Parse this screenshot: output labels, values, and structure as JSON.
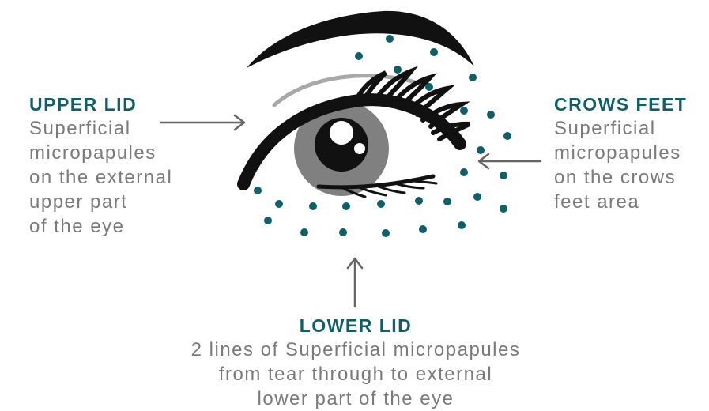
{
  "colors": {
    "accent": "#0f5f69",
    "text": "#7a7a7a",
    "eye_dark": "#111111",
    "iris": "#808080",
    "highlight": "#a8a8a8",
    "arrow": "#666666"
  },
  "labels": {
    "upper_lid": {
      "title": "UPPER LID",
      "lines": [
        "Superficial",
        "micropapules",
        "on the external",
        "upper part",
        "of the eye"
      ]
    },
    "crows_feet": {
      "title": "CROWS FEET",
      "lines": [
        "Superficial",
        "micropapules",
        "on the crows",
        "feet area"
      ]
    },
    "lower_lid": {
      "title": "LOWER LID",
      "lines": [
        "2 lines of Superficial micropapules",
        "from tear through to external",
        "lower part of the eye"
      ]
    }
  },
  "illustration": {
    "icon": "eye-icon",
    "dot_color": "#0f5f69"
  }
}
